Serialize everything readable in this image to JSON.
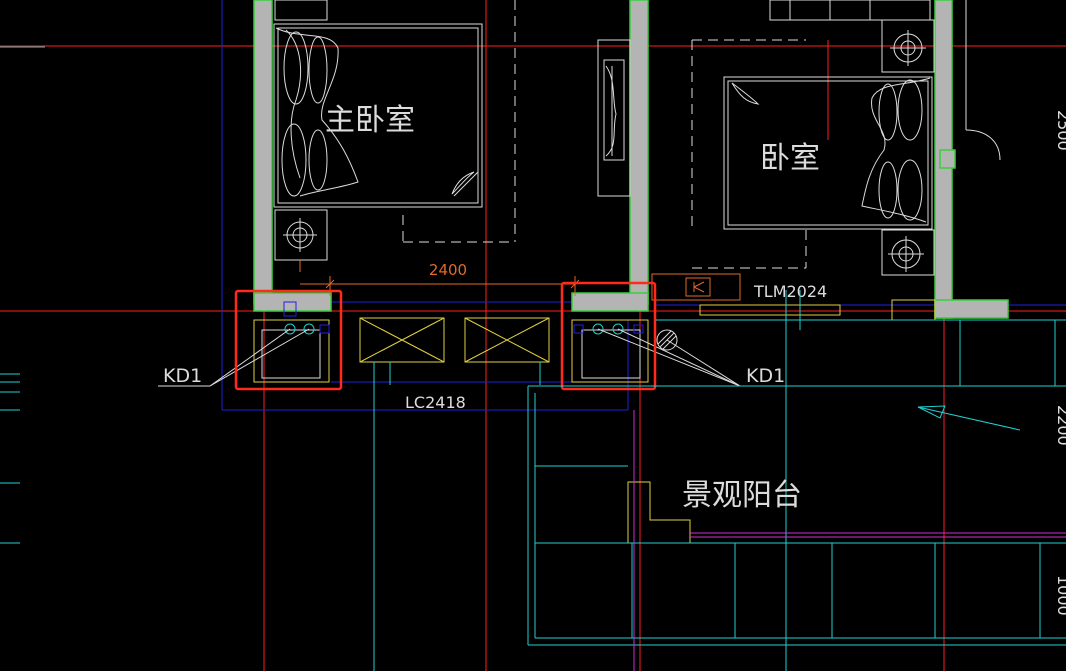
{
  "drawing": {
    "rooms": {
      "master_bedroom": "主卧室",
      "bedroom": "卧室",
      "balcony": "景观阳台"
    },
    "dimension_2400": "2400",
    "window_label": "LC2418",
    "door_label": "TLM2024",
    "kd1_left": "KD1",
    "kd1_right": "KD1",
    "edge_labels": [
      "2500",
      "2200",
      "1000"
    ]
  },
  "colors": {
    "background": "#000000",
    "wall_fill": "#b4b4b4",
    "wall_edge": "#3ccd3c",
    "axis": "#ff2020",
    "cyan": "#1fd0d0",
    "blue": "#2020e0",
    "yellow": "#e0d040",
    "magenta": "#d030d0",
    "white": "#dcdcdc",
    "highlight": "#ff2a1a",
    "dim_text": "#e06a2a"
  }
}
